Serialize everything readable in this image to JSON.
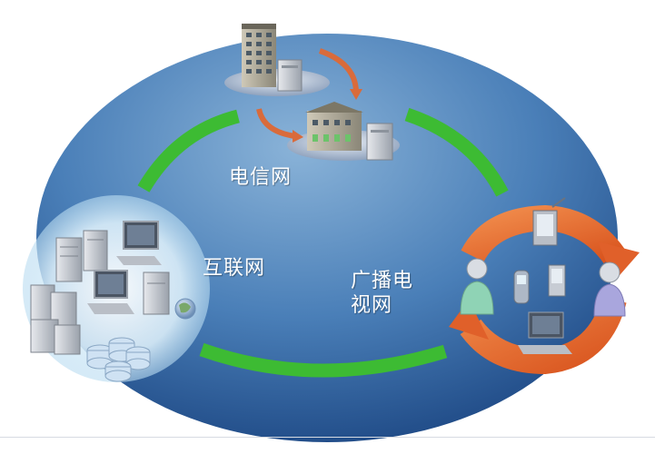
{
  "labels": {
    "telecom": "电信网",
    "internet": "互联网",
    "broadcast_line1": "广播电",
    "broadcast_line2": "视网"
  },
  "colors": {
    "ellipse_light": "#7fa9cf",
    "ellipse_dark": "#234f88",
    "green_arc": "#3dbb33",
    "orange_arrow": "#e96a2b",
    "halo": "#cfe7f5"
  },
  "icons": [
    "tall-building-icon",
    "small-building-icon",
    "server-icon",
    "workstation-icon",
    "database-icon",
    "globe-icon",
    "person-icon",
    "pda-icon",
    "phone-icon",
    "laptop-icon"
  ]
}
